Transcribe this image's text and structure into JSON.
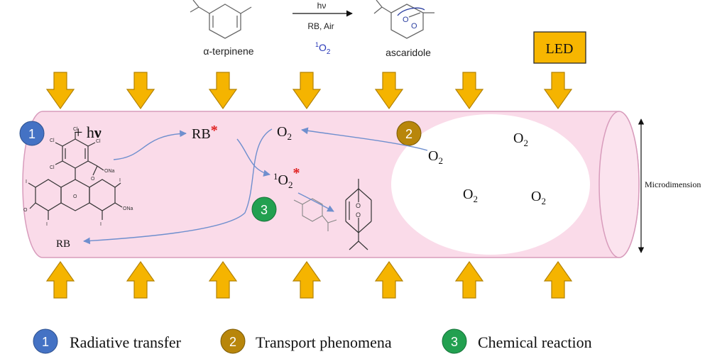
{
  "reaction": {
    "reactant_label": "α-terpinene",
    "product_label": "ascaridole",
    "arrow_above": "hν",
    "arrow_below": "RB, Air",
    "singlet_oxygen": {
      "sup": "1",
      "main": "O",
      "sub": "2"
    }
  },
  "led": {
    "label": "LED"
  },
  "channel": {
    "plus_hv": "+ h",
    "plus_hv_bold": "ν",
    "rb_excited": {
      "main": "RB",
      "star": "*"
    },
    "rb_ground": "RB",
    "o2_main": "O",
    "o2_sub": "2",
    "singlet_o2": {
      "sup": "1",
      "main": "O",
      "sub": "2",
      "star": "*"
    },
    "microdimension": "Microdimension",
    "markers": [
      "1",
      "2",
      "3"
    ]
  },
  "legend": [
    {
      "number": "1",
      "label": "Radiative transfer",
      "color": "#4472c4"
    },
    {
      "number": "2",
      "label": "Transport phenomena",
      "color": "#b8860b"
    },
    {
      "number": "3",
      "label": "Chemical reaction",
      "color": "#22a050"
    }
  ],
  "colors": {
    "tube_fill": "#fadbe9",
    "tube_stroke": "#d89cbc",
    "arrow_fill": "#f5b400",
    "arrow_stroke": "#b38200",
    "flow_arrow": "#6f8fce",
    "star_red": "#e02020",
    "o2_blue": "#2838b8"
  }
}
